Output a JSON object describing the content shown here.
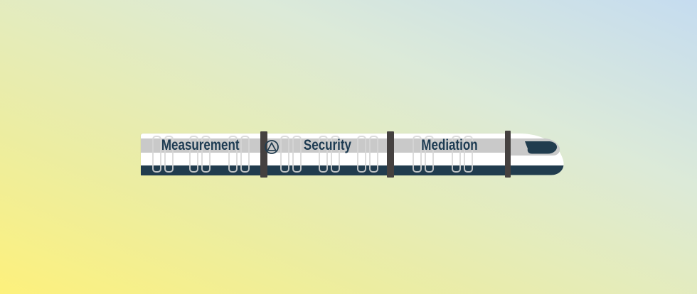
{
  "illustration": {
    "title": "api-gateway-train",
    "background": {
      "gradient_start": "#fdf17c",
      "gradient_end": "#c5dcf0"
    },
    "colors": {
      "body": "#ffffff",
      "window_stripe": "#c9c9c9",
      "navy": "#213c4e",
      "label_text": "#1d3b52",
      "coupler": "#454140",
      "door_outline": "#d6d6d6"
    },
    "train": {
      "cars": [
        {
          "label": "Measurement",
          "doors": 3
        },
        {
          "label": "Security",
          "doors": 3,
          "has_logo": true
        },
        {
          "label": "Mediation",
          "doors": 2
        }
      ],
      "logo_icon": "triangle-in-circle-icon"
    }
  }
}
